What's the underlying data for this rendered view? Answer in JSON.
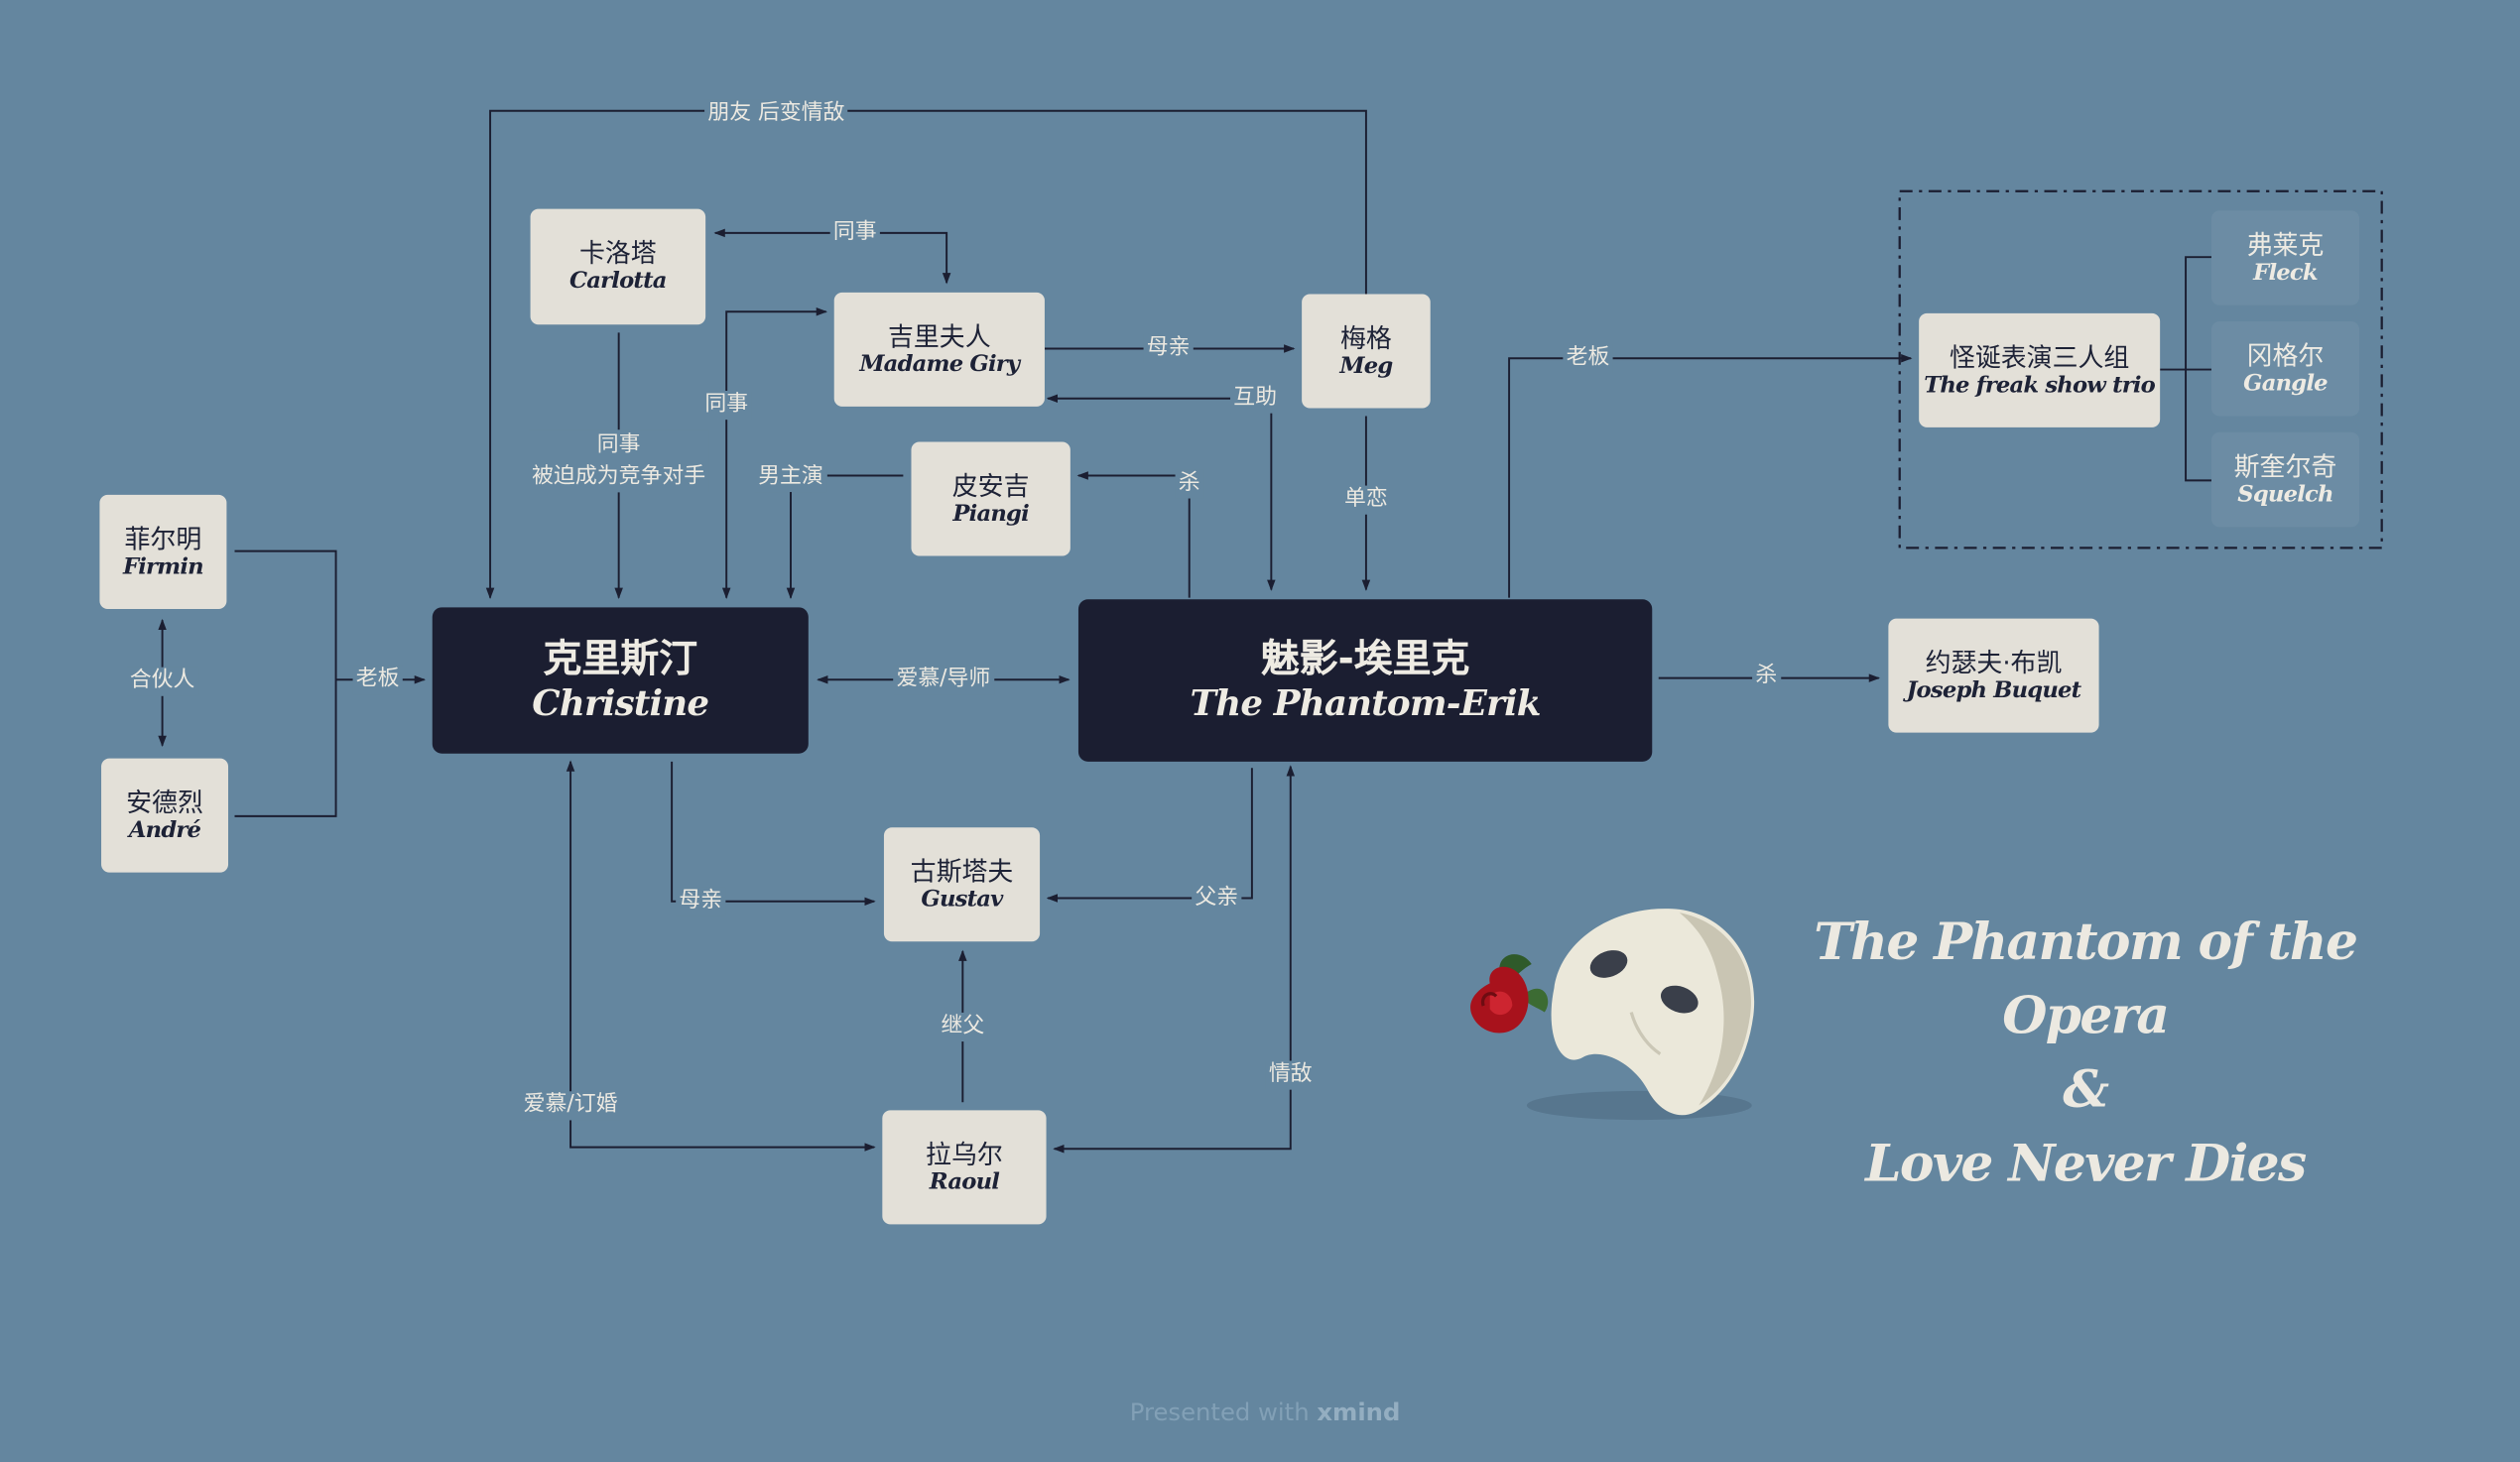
{
  "nodes": {
    "christine": {
      "zh": "克里斯汀",
      "en": "Christine"
    },
    "phantom": {
      "zh": "魅影-埃里克",
      "en": "The Phantom-Erik"
    },
    "carlotta": {
      "zh": "卡洛塔",
      "en": "Carlotta"
    },
    "giry": {
      "zh": "吉里夫人",
      "en": "Madame Giry"
    },
    "meg": {
      "zh": "梅格",
      "en": "Meg"
    },
    "piangi": {
      "zh": "皮安吉",
      "en": "Piangi"
    },
    "firmin": {
      "zh": "菲尔明",
      "en": "Firmin"
    },
    "andre": {
      "zh": "安德烈",
      "en": "André"
    },
    "gustav": {
      "zh": "古斯塔夫",
      "en": "Gustav"
    },
    "raoul": {
      "zh": "拉乌尔",
      "en": "Raoul"
    },
    "buquet": {
      "zh": "约瑟夫·布凯",
      "en": "Joseph Buquet"
    },
    "trio": {
      "zh": "怪诞表演三人组",
      "en": "The freak show trio"
    },
    "fleck": {
      "zh": "弗莱克",
      "en": "Fleck"
    },
    "gangle": {
      "zh": "冈格尔",
      "en": "Gangle"
    },
    "squelch": {
      "zh": "斯奎尔奇",
      "en": "Squelch"
    }
  },
  "edges": {
    "friend_rival": "朋友 后变情敌",
    "colleague_carlotta_giry": "同事",
    "colleague_giry_christine": "同事",
    "colleague_carlotta_christine": "同事",
    "forced_rival": "被迫成为竞争对手",
    "mother_giry_meg": "母亲",
    "mutual_help": "互助",
    "lead_actor": "男主演",
    "kill_piangi": "杀",
    "unrequited": "单恋",
    "boss_trio": "老板",
    "partners": "合伙人",
    "boss_christine": "老板",
    "admire_mentor": "爱慕/导师",
    "kill_buquet": "杀",
    "mother_gustav": "母亲",
    "father_gustav": "父亲",
    "stepfather": "继父",
    "rival_raoul": "情敌",
    "love_engaged": "爱慕/订婚"
  },
  "title": {
    "line1": "The Phantom of the Opera",
    "line2": "&",
    "line3": "Love Never Dies"
  },
  "footer": {
    "prefix": "Presented with",
    "brand": "xmind"
  },
  "colors": {
    "background": "#64869f",
    "node_light": "#e3e0d8",
    "node_dark": "#1b1e31",
    "text_light": "#ece9e1"
  }
}
